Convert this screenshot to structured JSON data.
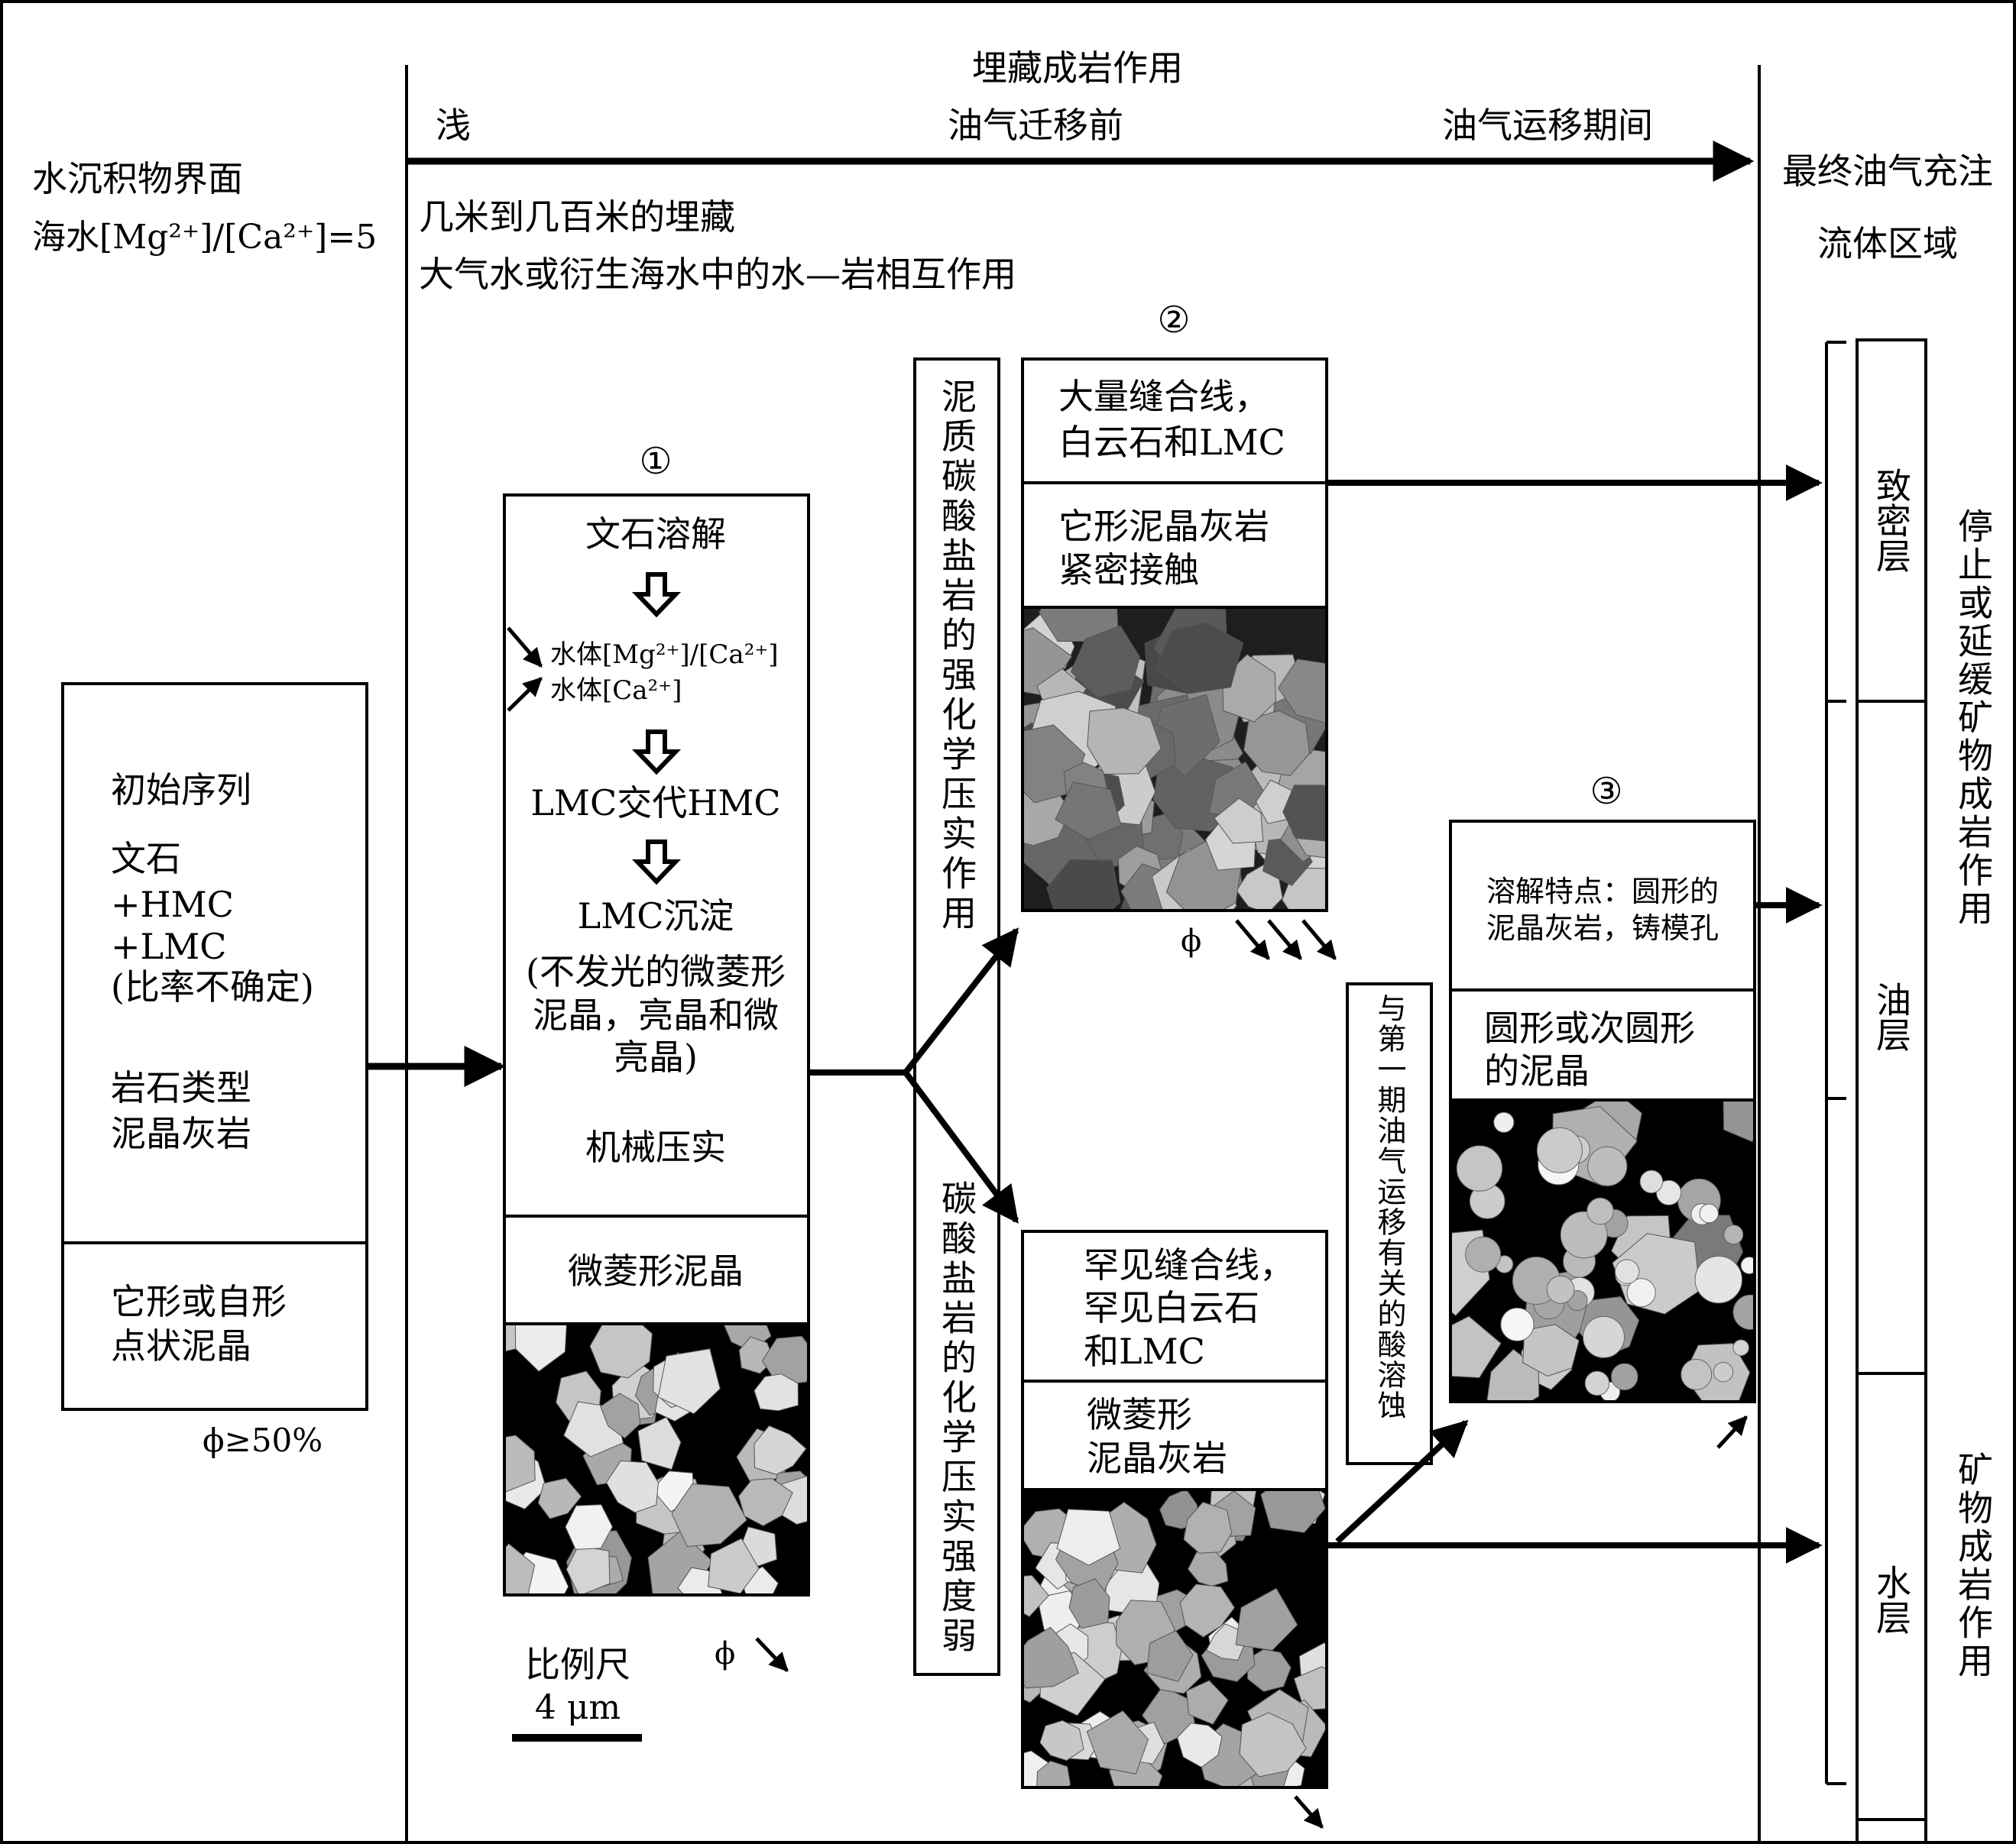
{
  "header": {
    "left_title": "水沉积物界面",
    "left_ratio": "海水[Mg²⁺]/[Ca²⁺]=5",
    "burial_title": "埋藏成岩作用",
    "shallow": "浅",
    "pre_migration": "油气迁移前",
    "during_migration": "油气运移期间",
    "final_charge": "最终油气充注",
    "fluid_zone": "流体区域",
    "burial_depth": "几米到几百米的埋藏",
    "interaction": "大气水或衍生海水中的水—岩相互作用"
  },
  "initial": {
    "title": "初始序列",
    "lines": [
      "文石",
      "+HMC",
      "+LMC",
      "(比率不确定)"
    ],
    "rock_type": "岩石类型",
    "rock_name": "泥晶灰岩",
    "bottom_lines": [
      "它形或自形",
      "点状泥晶"
    ],
    "porosity": "ϕ≥50%"
  },
  "stage1": {
    "marker": "①",
    "steps": [
      "文石溶解",
      "LMC交代HMC",
      "LMC沉淀"
    ],
    "ratio_line1": "水体[Mg²⁺]/[Ca²⁺]",
    "ratio_line2": "水体[Ca²⁺]",
    "note_lines": [
      "(不发光的微菱形",
      "泥晶，亮晶和微",
      "亮晶)"
    ],
    "compaction": "机械压实",
    "texture": "微菱形泥晶",
    "scale_label": "比例尺",
    "scale_value": "4 μm",
    "phi": "ϕ"
  },
  "mid_labels": {
    "upper": "泥质碳酸盐岩的强化学压实作用",
    "lower": "碳酸盐岩的化学压实强度弱"
  },
  "stage2": {
    "marker": "②",
    "top_lines": [
      "大量缝合线，",
      "白云石和LMC"
    ],
    "mid_lines": [
      "它形泥晶灰岩",
      "紧密接触"
    ],
    "phi": "ϕ",
    "lower_top_lines": [
      "罕见缝合线，",
      "罕见白云石",
      "和LMC"
    ],
    "lower_mid_lines": [
      "微菱形",
      "泥晶灰岩"
    ]
  },
  "acid_label": "与第一期油气运移有关的酸溶蚀",
  "stage3": {
    "marker": "③",
    "top_lines": [
      "溶解特点：圆形的",
      "泥晶灰岩，铸模孔"
    ],
    "mid_lines": [
      "圆形或次圆形",
      "的泥晶"
    ]
  },
  "zones": {
    "tight": "致密层",
    "oil": "油层",
    "water": "水层",
    "diagenesis_halt": "停止或延缓矿物成岩作用",
    "diagenesis": "矿物成岩作用"
  }
}
